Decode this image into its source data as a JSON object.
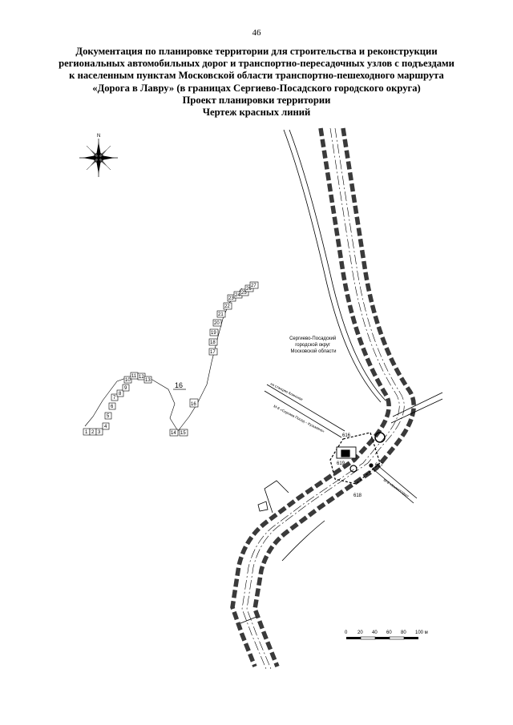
{
  "page_number": "46",
  "title_lines": [
    "Документация по планировке территории для строительства и реконструкции",
    "региональных автомобильных дорог и транспортно-пересадочных узлов с подъездами",
    "к населенным пунктам Московской области транспортно-пешеходного маршрута",
    "«Дорога в Лавру» (в границах Сергиево-Посадского городского округа)",
    "Проект планировки территории",
    "Чертеж красных линий"
  ],
  "compass": {
    "north_label": "N"
  },
  "district_label": [
    "Сергиево-Посадский",
    "городской округ",
    "Московской области"
  ],
  "road_labels": {
    "station": "на станцию Клинское",
    "to_m8": "М-8 «Сергиев Посад – Кузьмино»",
    "m8_right": "М-8 «Холмогоры»"
  },
  "point_labels": {
    "p616": "616",
    "p617": "617",
    "p618": "618",
    "p619": "619"
  },
  "plot_label": "16",
  "parcels": [
    "1",
    "2",
    "3",
    "4",
    "5",
    "6",
    "7",
    "8",
    "9",
    "10",
    "11",
    "12",
    "13",
    "14",
    "15",
    "16",
    "17",
    "18",
    "19",
    "20",
    "21",
    "22",
    "23",
    "24",
    "25",
    "26",
    "27"
  ],
  "scale_bar": {
    "ticks": [
      "0",
      "20",
      "40",
      "60",
      "80",
      "100 м"
    ]
  }
}
